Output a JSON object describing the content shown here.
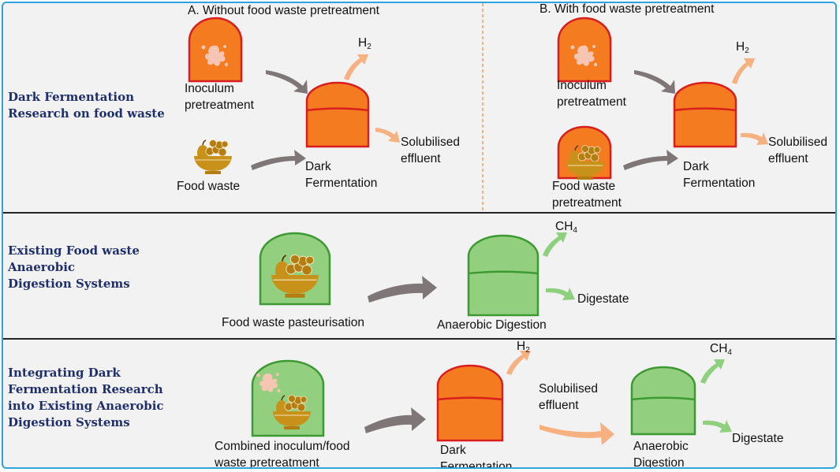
{
  "sections": [
    {
      "title": "Dark Fermentation Research on food waste"
    },
    {
      "title": "Existing Food waste Anaerobic Digestion Systems"
    },
    {
      "title": "Integrating Dark Fermentation Research into Existing Anaerobic Digestion Systems"
    }
  ],
  "panel_a": {
    "heading": "A. Without food waste pretreatment",
    "inoculum": "Inoculum pretreatment",
    "food_waste": "Food waste",
    "reactor": "Dark Fermentation",
    "gas": "H",
    "gas_sub": "2",
    "effluent": "Solubilised effluent"
  },
  "panel_b": {
    "heading": "B. With food waste pretreatment",
    "inoculum": "Inoculum pretreatment",
    "food_waste": "Food waste pretreatment",
    "reactor": "Dark Fermentation",
    "gas": "H",
    "gas_sub": "2",
    "effluent": "Solubilised effluent"
  },
  "row2": {
    "input": "Food waste pasteurisation",
    "reactor": "Anaerobic Digestion",
    "gas": "CH",
    "gas_sub": "4",
    "output": "Digestate"
  },
  "row3": {
    "input": "Combined inoculum/food waste pretreatment",
    "reactor1": "Dark Fermentation",
    "gas1": "H",
    "gas1_sub": "2",
    "effluent": "Solubilised effluent",
    "reactor2": "Anaerobic Digestion",
    "gas2": "CH",
    "gas2_sub": "4",
    "output": "Digestate"
  },
  "colors": {
    "border": "#2ea3e0",
    "section_title": "#1f2f6b",
    "df_fill": "#f47b20",
    "df_stroke": "#d81e1e",
    "ad_fill": "#92d07f",
    "ad_stroke": "#3d9a32",
    "bowl": "#c8911a",
    "grey_arrow": "#7f7777",
    "orange_arrow": "#f7b07f",
    "green_arrow": "#8fd07e"
  }
}
